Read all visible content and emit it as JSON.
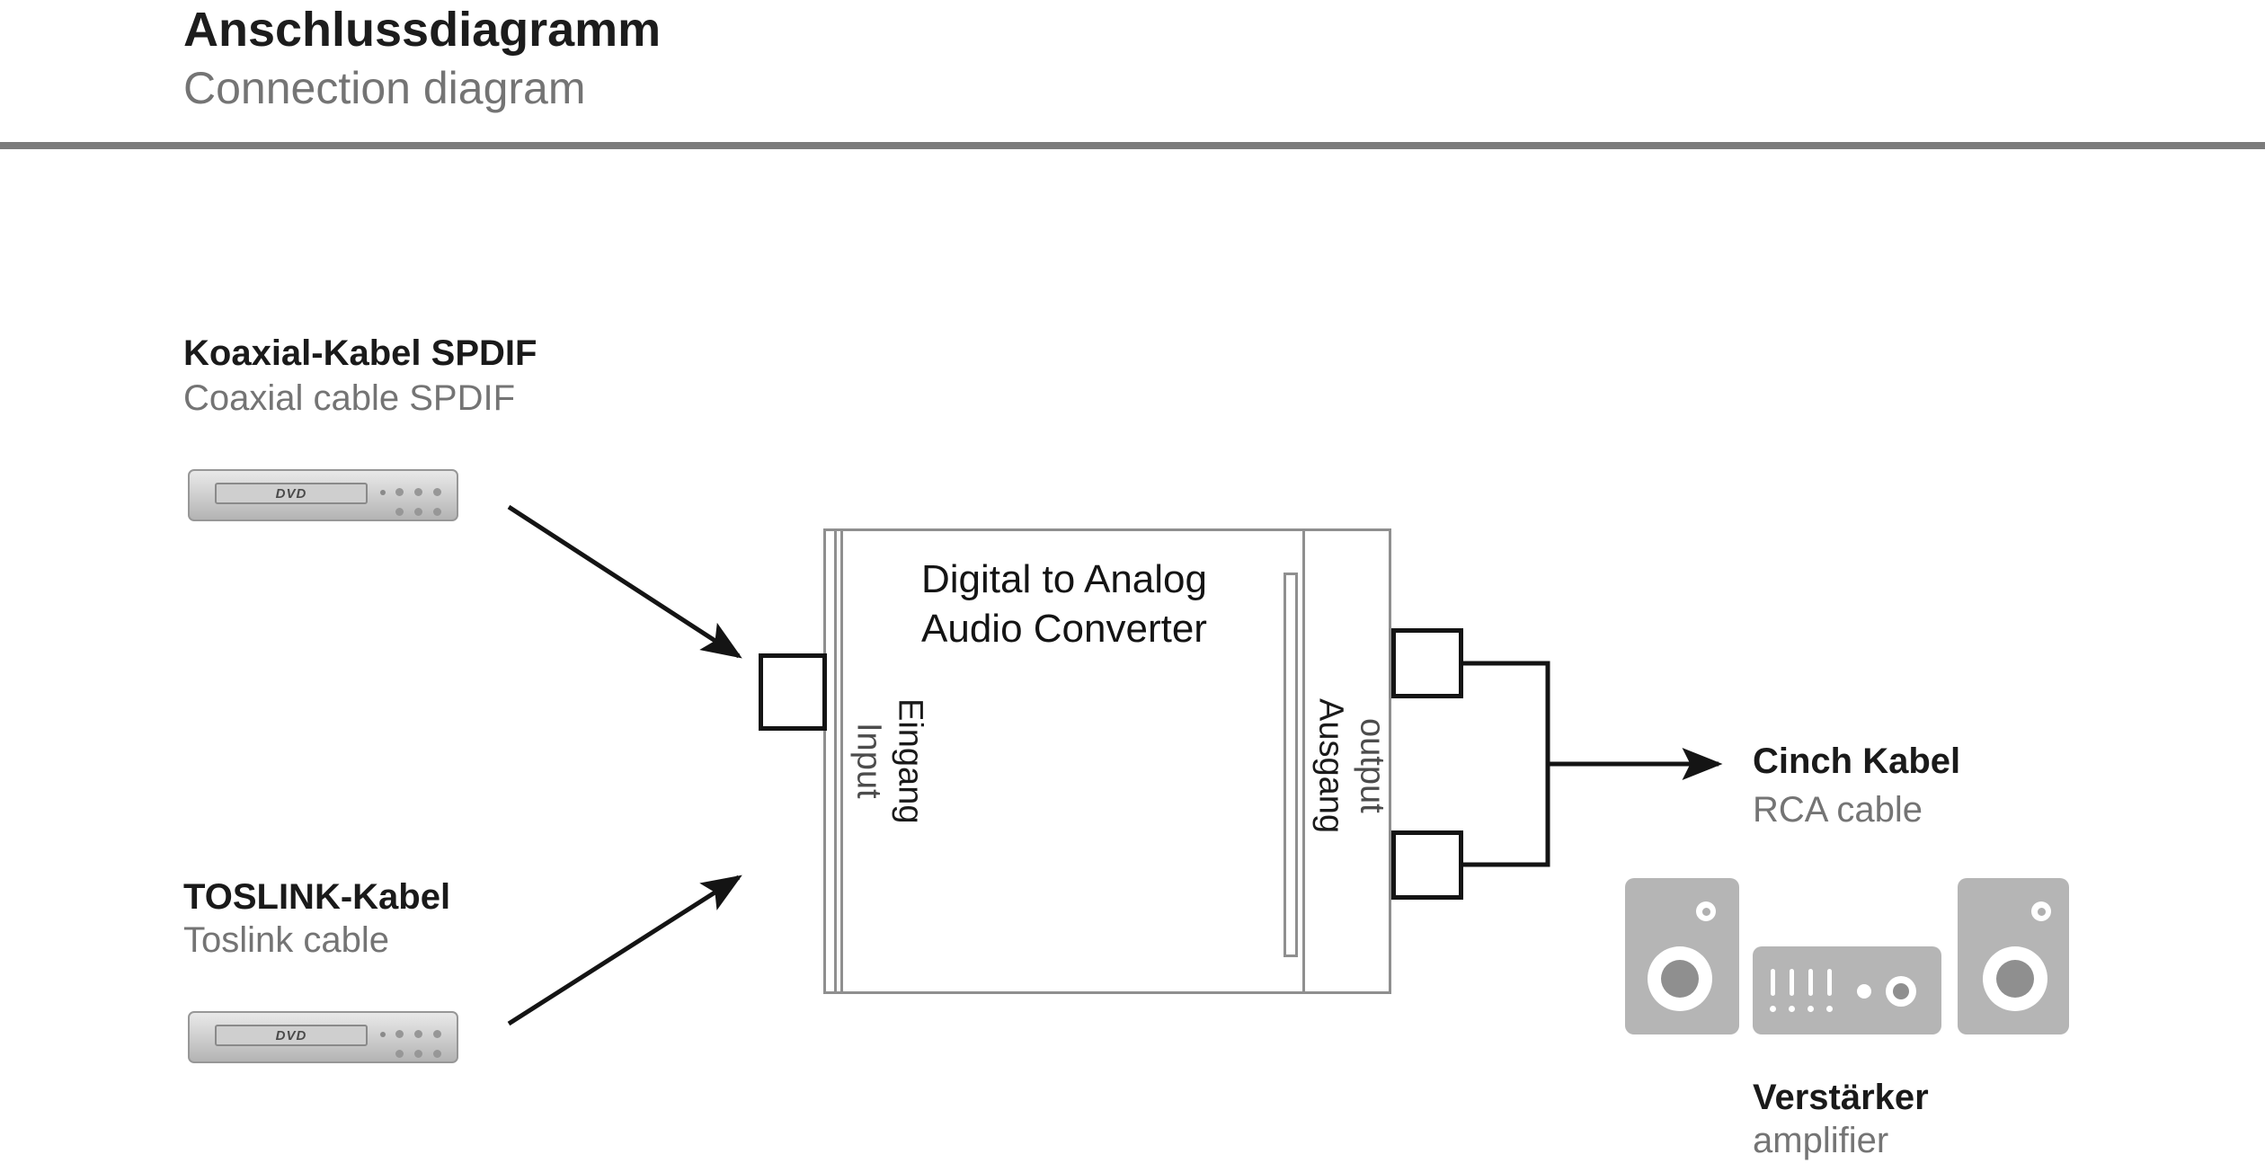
{
  "header": {
    "title_de": "Anschlussdiagramm",
    "title_en": "Connection diagram"
  },
  "sources": {
    "coaxial": {
      "label_de": "Koaxial-Kabel SPDIF",
      "label_en": "Coaxial cable SPDIF"
    },
    "toslink": {
      "label_de": "TOSLINK-Kabel",
      "label_en": "Toslink cable"
    }
  },
  "converter": {
    "title_line1": "Digital to Analog",
    "title_line2": "Audio Converter",
    "input_de": "Eingang",
    "input_en": "Input",
    "output_de": "Ausgang",
    "output_en": "output"
  },
  "output": {
    "cable_de": "Cinch Kabel",
    "cable_en": "RCA cable",
    "amplifier_de": "Verstärker",
    "amplifier_en": "amplifier"
  },
  "devices": {
    "dvd_badge": "DVD"
  },
  "colors": {
    "text_primary": "#1a1a1a",
    "text_secondary": "#747474",
    "line_black": "#141414",
    "panel_border": "#8f8f8f",
    "device_gray": "#b5b5b5",
    "divider_gray": "#7c7c7c"
  }
}
